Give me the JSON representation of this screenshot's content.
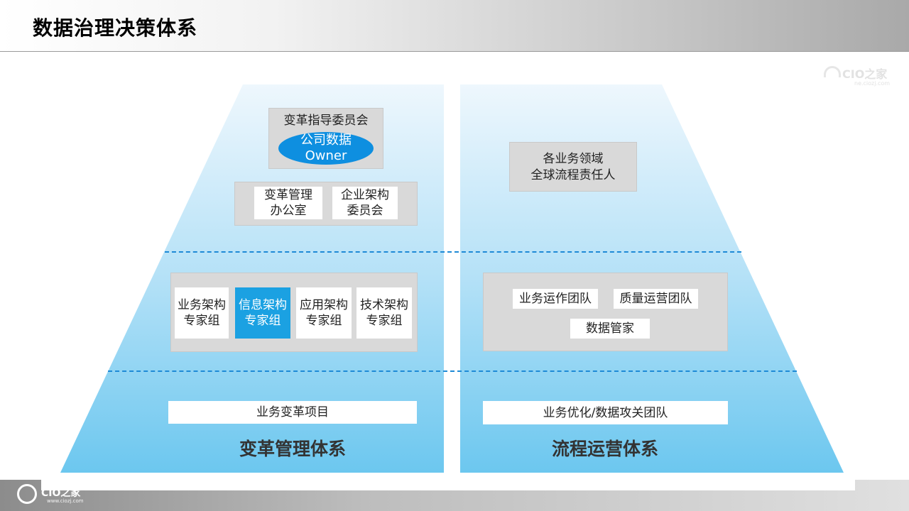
{
  "title": "数据治理决策体系",
  "watermark": {
    "brand": "CIO之家",
    "url": "ne.ciozj.com"
  },
  "footer": {
    "brand": "CIO之家",
    "url": "www.ciozj.com"
  },
  "left": {
    "top_group": {
      "title": "变革指导委员会",
      "oval_line1": "公司数据",
      "oval_line2": "Owner"
    },
    "mid_group": [
      {
        "line1": "变革管理",
        "line2": "办公室"
      },
      {
        "line1": "企业架构",
        "line2": "委员会"
      }
    ],
    "expert_groups": [
      {
        "line1": "业务架构",
        "line2": "专家组"
      },
      {
        "line1": "信息架构",
        "line2": "专家组"
      },
      {
        "line1": "应用架构",
        "line2": "专家组"
      },
      {
        "line1": "技术架构",
        "line2": "专家组"
      }
    ],
    "project": "业务变革项目",
    "system": "变革管理体系"
  },
  "right": {
    "top_group": {
      "line1": "各业务领域",
      "line2": "全球流程责任人"
    },
    "teams": [
      "业务运作团队",
      "质量运营团队",
      "数据管家"
    ],
    "project": "业务优化/数据攻关团队",
    "system": "流程运营体系"
  },
  "colors": {
    "trapezoid_top": "#eef7fd",
    "trapezoid_bottom": "#6cc7ef",
    "highlight": "#1ba1e2",
    "oval": "#0e8fe0",
    "dash": "#1e8ad6"
  }
}
